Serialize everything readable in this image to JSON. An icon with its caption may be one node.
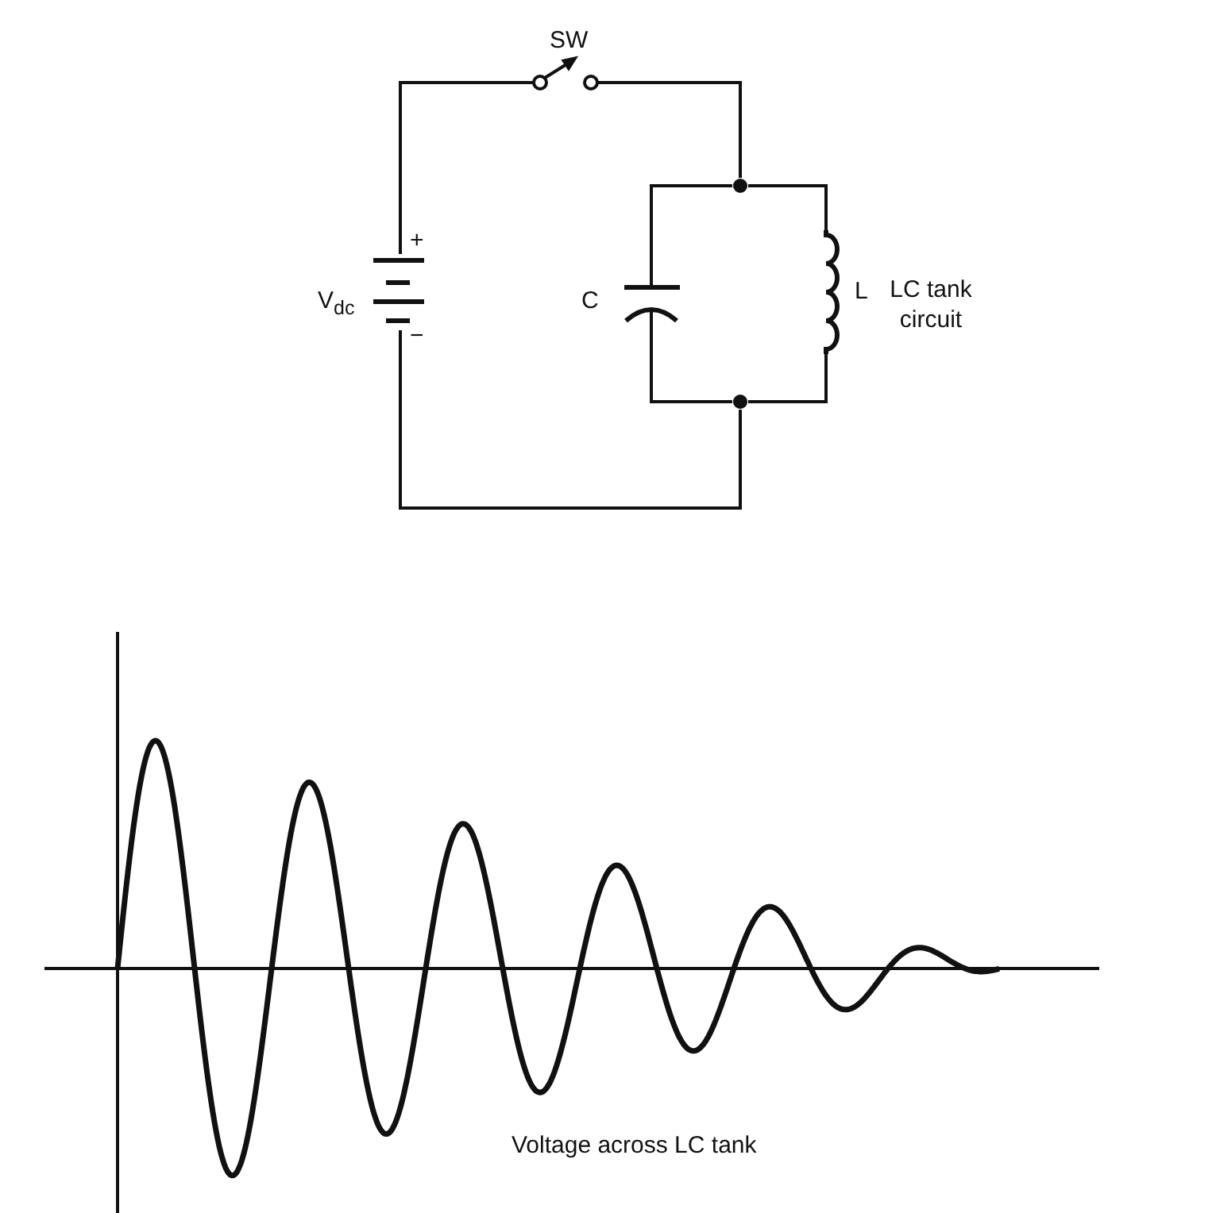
{
  "diagram": {
    "nodes": [
      {
        "text": [
          "V$_{dc}$"
        ],
        "beside": [
          "+",
          "−"
        ]
      },
      {
        "text": [
          "SW"
        ]
      },
      {
        "text": [],
        "shape": "circle"
      },
      {
        "text": [
          "C"
        ]
      },
      {
        "text": [
          "L"
        ]
      },
      {
        "text": [],
        "shape": "circle"
      }
    ],
    "edges": [
      {
        "from": 0,
        "to": 1,
        "arrow": "none"
      },
      {
        "from": 1,
        "to": 2,
        "arrow": "none"
      },
      {
        "from": 2,
        "to": 3,
        "arrow": "none"
      },
      {
        "from": 2,
        "to": 4,
        "arrow": "none"
      },
      {
        "from": 3,
        "to": 5,
        "arrow": "none"
      },
      {
        "from": 4,
        "to": 5,
        "arrow": "none"
      },
      {
        "from": 5,
        "to": 0,
        "arrow": "none"
      }
    ],
    "labels": [
      "LC tank circuit",
      "Voltage across LC tank"
    ]
  }
}
